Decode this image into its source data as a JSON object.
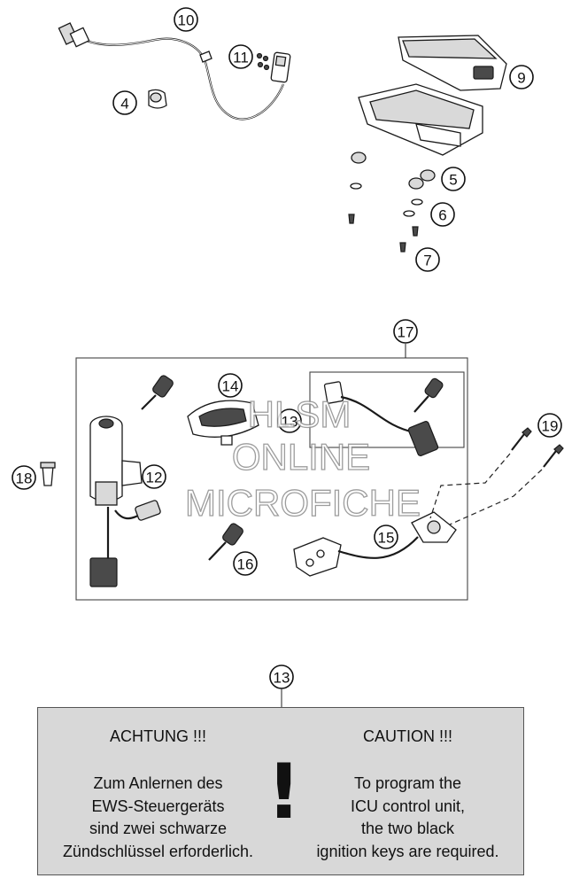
{
  "callouts": {
    "c10": "10",
    "c11": "11",
    "c4": "4",
    "c9": "9",
    "c5": "5",
    "c6": "6",
    "c7": "7",
    "c17": "17",
    "c14": "14",
    "c13a": "13",
    "c19": "19",
    "c18": "18",
    "c12": "12",
    "c15": "15",
    "c16": "16",
    "c13b": "13"
  },
  "watermark": {
    "line1": "HLSM",
    "line2": "ONLINE",
    "line3": "MICROFICHE"
  },
  "note": {
    "de_heading": "ACHTUNG !!!",
    "de_lines": [
      "Zum Anlernen des",
      "EWS-Steuergeräts",
      "sind zwei schwarze",
      "Zündschlüssel erforderlich."
    ],
    "en_heading": "CAUTION !!!",
    "en_lines": [
      "To program the",
      "ICU control unit,",
      "the two black",
      "ignition keys are required."
    ],
    "symbol": "!"
  }
}
